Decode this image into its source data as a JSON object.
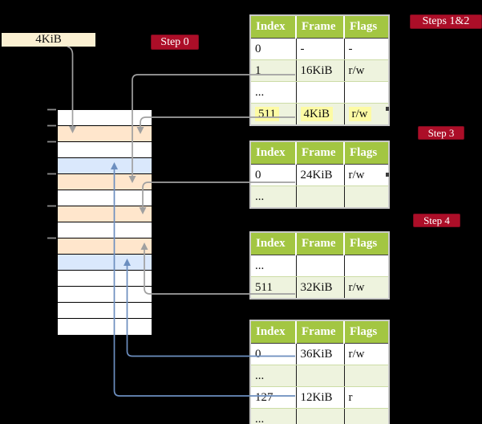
{
  "colors": {
    "background": "#000000",
    "badge_red": "#ac0e28",
    "table_header_green": "#a3c642",
    "table_tint_green": "#eef3de",
    "row_peach": "#ffe6cc",
    "row_blue": "#dae8fc",
    "row_white": "#ffffff",
    "frame_box_cream": "#fbf0d2",
    "highlight_yellow": "#fdfba4",
    "gray_arrow": "#a0a0a0",
    "blue_arrow": "#6c8ebf"
  },
  "frame_box": {
    "label": "4KiB"
  },
  "badges": {
    "step0": "Step 0",
    "steps12": "Steps 1&2",
    "step3": "Step 3",
    "step4": "Step 4"
  },
  "memory": {
    "rows": [
      "white",
      "peach",
      "white",
      "blue",
      "peach",
      "white",
      "peach",
      "white",
      "peach",
      "blue",
      "white",
      "white",
      "white",
      "white"
    ]
  },
  "tables": [
    {
      "name": "page-table-steps-1-2",
      "headers": [
        "Index",
        "Frame",
        "Flags"
      ],
      "rows": [
        [
          "0",
          "-",
          "-"
        ],
        [
          "1",
          "16KiB",
          "r/w"
        ],
        [
          "...",
          "",
          ""
        ],
        [
          "511",
          "4KiB",
          "r/w"
        ]
      ],
      "highlight_row": 3
    },
    {
      "name": "page-table-step-3",
      "headers": [
        "Index",
        "Frame",
        "Flags"
      ],
      "rows": [
        [
          "0",
          "24KiB",
          "r/w"
        ],
        [
          "...",
          "",
          ""
        ]
      ],
      "highlight_row": null
    },
    {
      "name": "page-table-step-4",
      "headers": [
        "Index",
        "Frame",
        "Flags"
      ],
      "rows": [
        [
          "...",
          "",
          ""
        ],
        [
          "511",
          "32KiB",
          "r/w"
        ]
      ],
      "highlight_row": null
    },
    {
      "name": "page-table-final",
      "headers": [
        "Index",
        "Frame",
        "Flags"
      ],
      "rows": [
        [
          "0",
          "36KiB",
          "r/w"
        ],
        [
          "...",
          "",
          ""
        ],
        [
          "127",
          "12KiB",
          "r"
        ],
        [
          "...",
          "",
          ""
        ]
      ],
      "highlight_row": null
    }
  ]
}
